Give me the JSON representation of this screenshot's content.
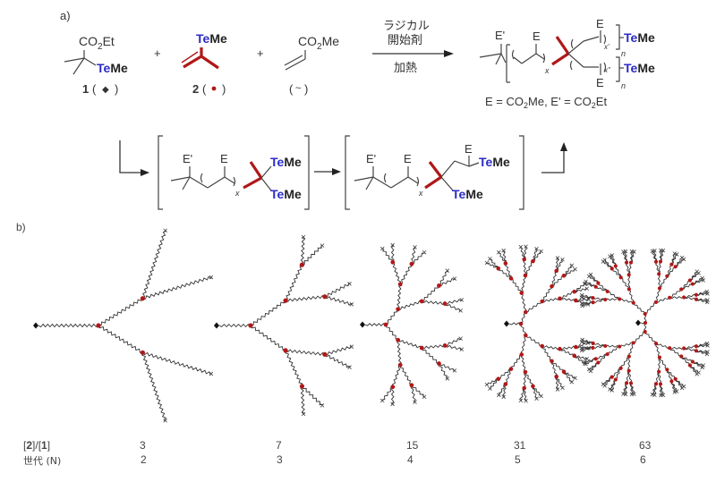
{
  "panel_a": {
    "label": "a)",
    "reactant1": {
      "top_group": "CO2Et",
      "te_group": {
        "te": "Te",
        "me": "Me"
      },
      "number": "1",
      "symbol_name": "diamond",
      "symbol": "◆"
    },
    "plus": "+",
    "reactant2": {
      "te_group": {
        "te": "Te",
        "me": "Me"
      },
      "number": "2",
      "symbol_name": "red-dot",
      "symbol": "●"
    },
    "reactant3": {
      "top_group": "CO2Me",
      "symbol_name": "wavy-line",
      "symbol": "~"
    },
    "arrow": {
      "above_line1": "ラジカル",
      "above_line2": "開始剤",
      "below": "加熱"
    },
    "product": {
      "e_prime": "E'",
      "e": "E",
      "sub_x": "x",
      "sub_x1": "x'",
      "sub_x2": "x\"",
      "sub_n": "n",
      "te_group": {
        "te": "Te",
        "me": "Me"
      },
      "definition": "E = CO2Me, E' = CO2Et"
    },
    "intermediate1": {
      "e_prime": "E'",
      "e": "E",
      "sub_x": "x",
      "te_group": {
        "te": "Te",
        "me": "Me"
      }
    },
    "intermediate2": {
      "e_prime": "E'",
      "e": "E",
      "sub_x": "x",
      "te_group": {
        "te": "Te",
        "me": "Me"
      }
    }
  },
  "panel_b": {
    "label": "b)",
    "ratio_label": "[2]/[1]",
    "generation_label": "世代 (N)",
    "columns": [
      {
        "ratio": "3",
        "generation": "2"
      },
      {
        "ratio": "7",
        "generation": "3"
      },
      {
        "ratio": "15",
        "generation": "4"
      },
      {
        "ratio": "31",
        "generation": "5"
      },
      {
        "ratio": "63",
        "generation": "6"
      }
    ]
  },
  "colors": {
    "tellurium": "#2b2bc8",
    "branch_unit": "#b01818",
    "bond": "#444444"
  }
}
